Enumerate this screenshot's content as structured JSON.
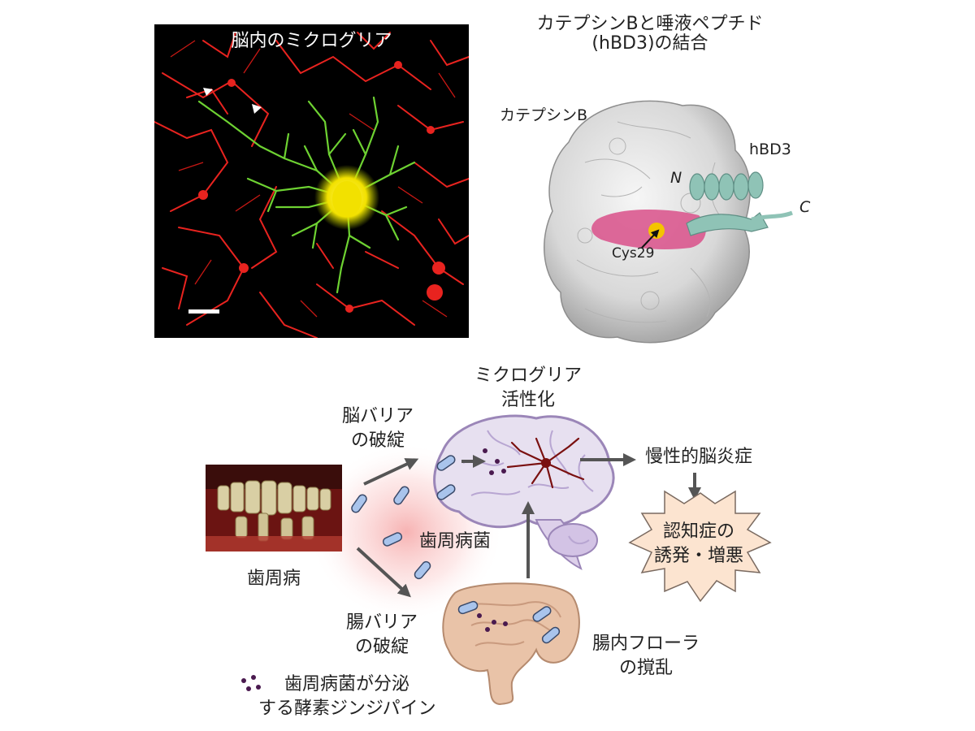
{
  "micrograph": {
    "title": "脳内のミクログリア"
  },
  "protein": {
    "title_line1": "カテプシンBと唾液ペプチド",
    "title_line2": "(hBD3)の結合",
    "label_cathepsin": "カテプシンB",
    "label_hbd3": "hBD3",
    "label_n": "N",
    "label_c": "C",
    "label_cys": "Cys29"
  },
  "diagram": {
    "microglia_activation": [
      "ミクログリア",
      "活性化"
    ],
    "brain_barrier": [
      "脳バリア",
      "の破綻"
    ],
    "chronic_inflammation": "慢性的脳炎症",
    "dementia": [
      "認知症の",
      "誘発・増悪"
    ],
    "periodontitis": "歯周病",
    "bacteria": "歯周病菌",
    "gut_barrier": [
      "腸バリア",
      "の破綻"
    ],
    "gut_flora": [
      "腸内フローラ",
      "の撹乱"
    ],
    "gingipain_note": [
      "歯周病菌が分泌",
      "する酵素ジンジパイン"
    ]
  },
  "colors": {
    "microglia_red": "#e8231f",
    "microglia_green": "#6ed232",
    "microglia_yellow": "#f5e400",
    "brain_fill": "#e7e0f0",
    "brain_outline": "#9b86b8",
    "gut_fill": "#e9c3a8",
    "bacteria_fill": "#a9c4ec",
    "star_fill": "#fce4d0",
    "arrow": "#555555",
    "helix": "#8fc3b6",
    "pocket": "#d9508a"
  }
}
